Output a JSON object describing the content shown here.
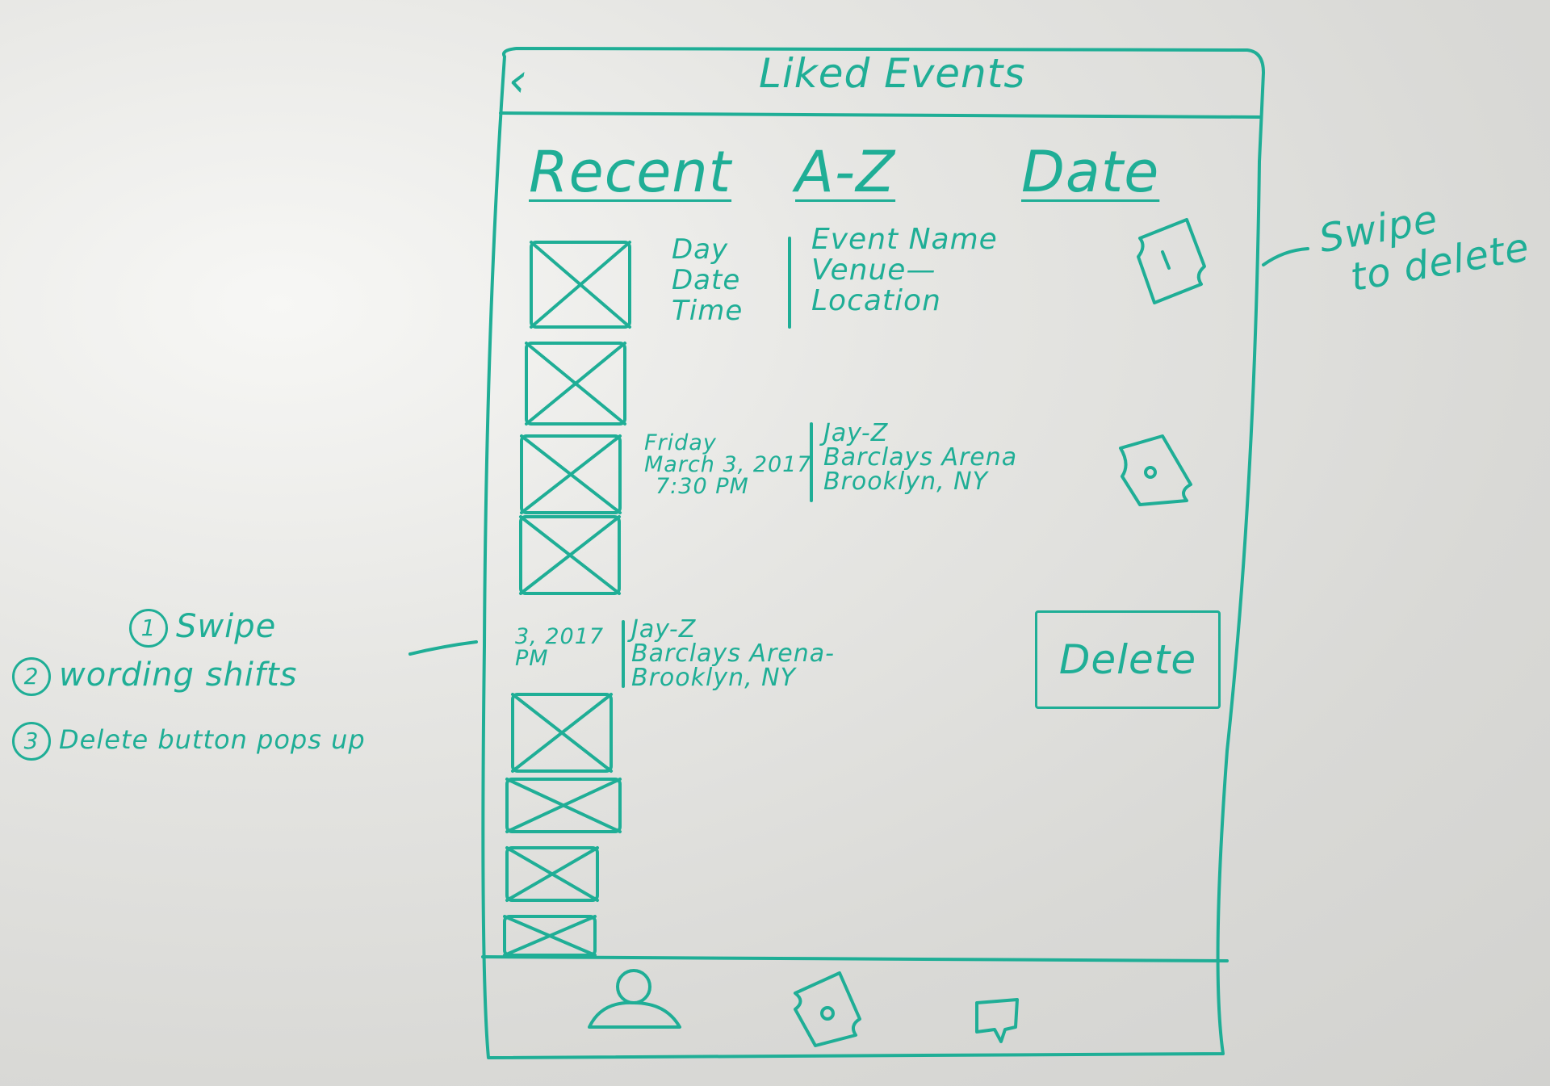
{
  "header": {
    "title": "Liked Events",
    "back_icon": "chevron-left-icon"
  },
  "tabs": [
    {
      "label": "Recent"
    },
    {
      "label": "A-Z"
    },
    {
      "label": "Date"
    }
  ],
  "events": [
    {
      "day": "Day",
      "date": "Date",
      "time": "Time",
      "name": "Event Name",
      "venue": "Venue—",
      "location": "Location"
    },
    {
      "day": "Friday",
      "date": "March 3, 2017",
      "time": "7:30 PM",
      "name": "Jay-Z",
      "venue": "Barclays Arena",
      "location": "Brooklyn, NY"
    },
    {
      "date": "3, 2017",
      "time": "PM",
      "name": "Jay-Z",
      "venue": "Barclays Arena-",
      "location": "Brooklyn, NY"
    }
  ],
  "delete_button": {
    "label": "Delete"
  },
  "annotations": {
    "swipe_to_delete": [
      "Swipe",
      "to delete"
    ],
    "steps": [
      {
        "num": "1",
        "text": "Swipe"
      },
      {
        "num": "2",
        "text": "wording shifts"
      },
      {
        "num": "3",
        "text": "Delete button pops up"
      }
    ]
  },
  "bottom_nav": {
    "items": [
      {
        "icon": "user-icon"
      },
      {
        "icon": "ticket-icon"
      },
      {
        "icon": "chat-icon"
      }
    ]
  },
  "colors": {
    "ink": "#1fae96",
    "board": "#e6e6e3"
  }
}
